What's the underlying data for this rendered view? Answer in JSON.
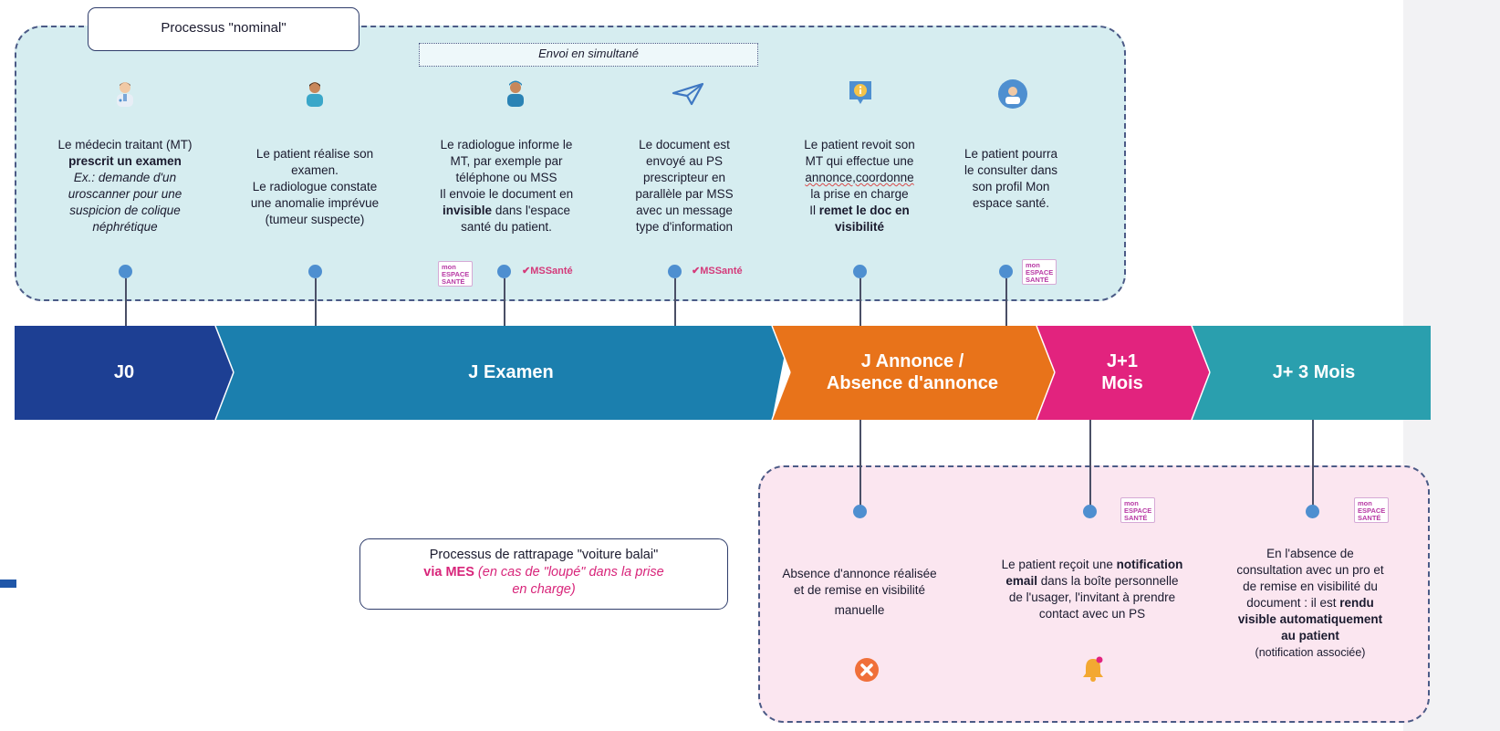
{
  "nominal": {
    "title": "Processus \"nominal\"",
    "simultane_label": "Envoi en simultané"
  },
  "steps": [
    {
      "icon": "doctor-icon",
      "line1": "Le médecin traitant (MT)",
      "bold": "prescrit un examen",
      "italic1": "Ex.: demande d'un",
      "italic2": "uroscanner pour une",
      "italic3": "suspicion de colique",
      "italic4": "néphrétique"
    },
    {
      "icon": "patient-icon",
      "line1": "Le patient réalise son",
      "line2": "examen.",
      "line3": "Le radiologue constate",
      "line4": "une anomalie imprévue",
      "line5": "(tumeur suspecte)"
    },
    {
      "icon": "radiologist-icon",
      "line1": "Le radiologue informe le",
      "line2": "MT, par exemple par",
      "line3": "téléphone ou MSS",
      "line4": "Il envoie le document en",
      "bold": "invisible",
      "line5_rest": " dans l'espace",
      "line6": "santé du patient."
    },
    {
      "icon": "paper-plane-icon",
      "line1": "Le document est",
      "line2": "envoyé au PS",
      "line3": "prescripteur en",
      "line4": "parallèle par MSS",
      "line5": "avec un message",
      "line6": "type d'information"
    },
    {
      "icon": "info-icon",
      "line1": "Le patient revoit son",
      "line2": "MT qui effectue une",
      "line3": "annonce,coordonne",
      "line4": "la prise en charge",
      "line5_pre": "Il ",
      "bold1": "remet le doc en",
      "bold2": "visibilité"
    },
    {
      "icon": "user-screen-icon",
      "line1": "Le patient pourra",
      "line2": "le consulter dans",
      "line3": "son profil Mon",
      "line4": "espace santé."
    }
  ],
  "logos": {
    "mes_line1": "mon",
    "mes_line2": "ESPACE",
    "mes_line3": "SANTÉ",
    "mss": "MSSanté"
  },
  "timeline": {
    "segments": [
      {
        "label": "J0",
        "color": "#1d3f93"
      },
      {
        "label": "J Examen",
        "color": "#1b7fae"
      },
      {
        "label1": "J Annonce /",
        "label2": "Absence d'annonce",
        "color": "#e8731a"
      },
      {
        "label1": "J+1",
        "label2": "Mois",
        "color": "#e2237e"
      },
      {
        "label": "J+ 3 Mois",
        "color": "#2a9fae"
      }
    ]
  },
  "rattrapage": {
    "line1": "Processus de rattrapage \"voiture balai\"",
    "via": "via MES",
    "italic_rest": " (en cas de \"loupé\" dans la prise",
    "line3": "en charge)"
  },
  "catchup": [
    {
      "line1": "Absence d'annonce réalisée",
      "line2": "et de remise en visibilité",
      "line3": "manuelle",
      "icon": "close-circle-icon"
    },
    {
      "pre": "Le patient reçoit une ",
      "bold1": "notification",
      "bold2": "email",
      "rest2": " dans la boîte personnelle",
      "line3": "de l'usager, l'invitant à prendre",
      "line4": "contact avec un PS",
      "icon": "bell-icon"
    },
    {
      "line1": "En l'absence de",
      "line2": "consultation avec un pro et",
      "line3": "de remise en visibilité du",
      "line4_pre": "document : il est ",
      "bold1": "rendu",
      "bold2": "visible automatiquement",
      "bold3": "au patient",
      "line_end": "(notification associée)"
    }
  ],
  "colors": {
    "nominal_bg": "#d6edf0",
    "catchup_bg": "#fbe6f0",
    "dot": "#4e8fd0",
    "accent_pink": "#d8257a"
  }
}
